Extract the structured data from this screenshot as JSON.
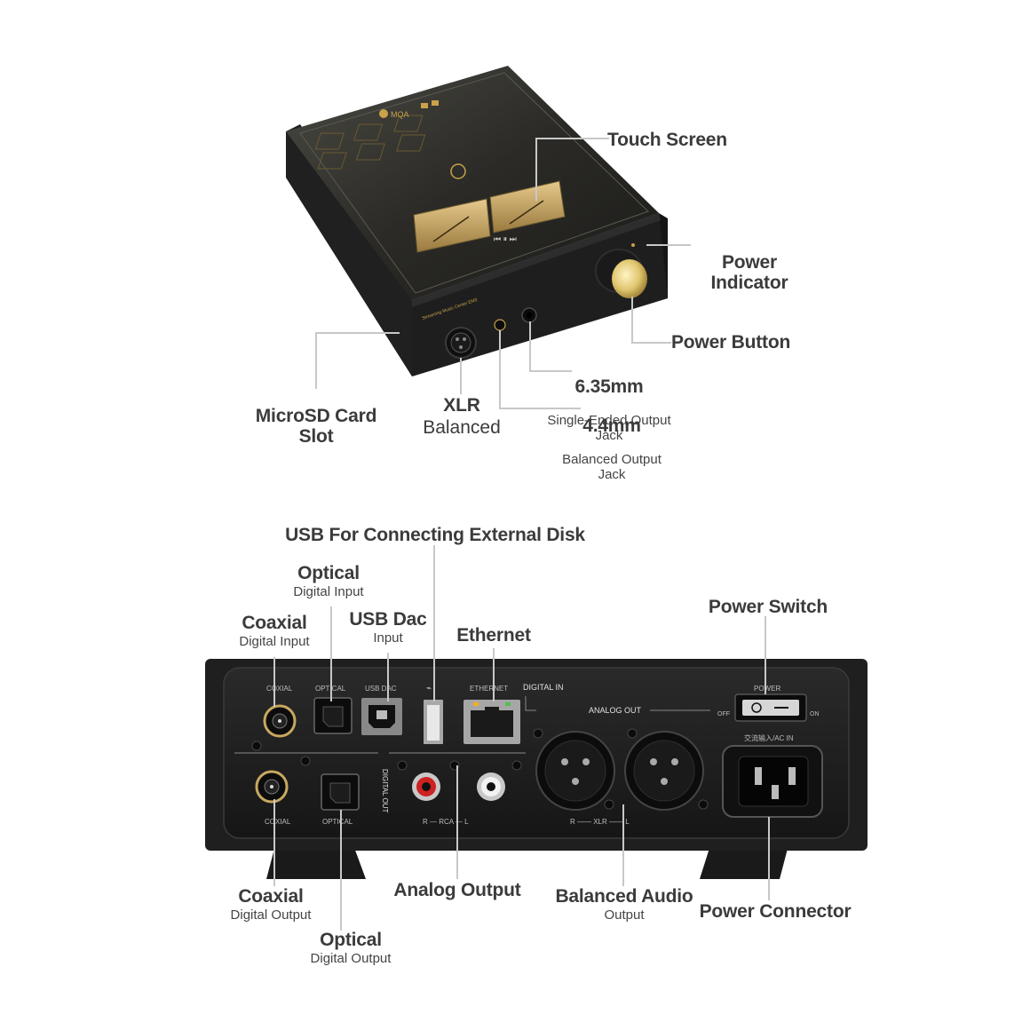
{
  "front": {
    "brand_badge": "MQA",
    "panel_caption": "Streaming Music Center EM3",
    "callouts": {
      "touch_screen": {
        "title": "Touch Screen"
      },
      "power_indicator": {
        "title": "Power\nIndicator"
      },
      "power_button": {
        "title": "Power Button"
      },
      "jack_635": {
        "title": "6.35mm",
        "sub": "Single-Ended Output\nJack"
      },
      "jack_44": {
        "title": "4.4mm",
        "sub": "Balanced Output\nJack"
      },
      "xlr": {
        "title": "XLR",
        "sub": "Balanced"
      },
      "microsd": {
        "title": "MicroSD Card\nSlot"
      }
    }
  },
  "rear": {
    "panel_labels": {
      "coaxial_top": "COXIAL",
      "optical_top": "OPTICAL",
      "usb_dac": "USB DAC",
      "ethernet": "ETHERNET",
      "digital_in": "DIGITAL IN",
      "analog_out": "ANALOG OUT",
      "power": "POWER",
      "off": "OFF",
      "on": "ON",
      "ac_in": "交流输入/AC IN",
      "coaxial_bottom": "COXIAL",
      "optical_bottom": "OPTICAL",
      "digital_out": "DIGITAL OUT",
      "rca": "R — RCA — L",
      "xlr": "R —— XLR —— L"
    },
    "callouts": {
      "usb_disk": {
        "title": "USB For Connecting External Disk"
      },
      "optical_in": {
        "title": "Optical",
        "sub": "Digital Input"
      },
      "coaxial_in": {
        "title": "Coaxial",
        "sub": "Digital Input"
      },
      "usb_dac": {
        "title": "USB Dac",
        "sub": "Input"
      },
      "ethernet": {
        "title": "Ethernet"
      },
      "power_switch": {
        "title": "Power Switch"
      },
      "coaxial_out": {
        "title": "Coaxial",
        "sub": "Digital Output"
      },
      "optical_out": {
        "title": "Optical",
        "sub": "Digital Output"
      },
      "analog_output": {
        "title": "Analog Output"
      },
      "balanced_audio": {
        "title": "Balanced Audio",
        "sub": "Output"
      },
      "power_connector": {
        "title": "Power Connector"
      }
    }
  },
  "colors": {
    "leader": "#c8c8c8",
    "text": "#3b3b3b",
    "device": "#1a1a1a",
    "gold": "#c9a24a"
  }
}
